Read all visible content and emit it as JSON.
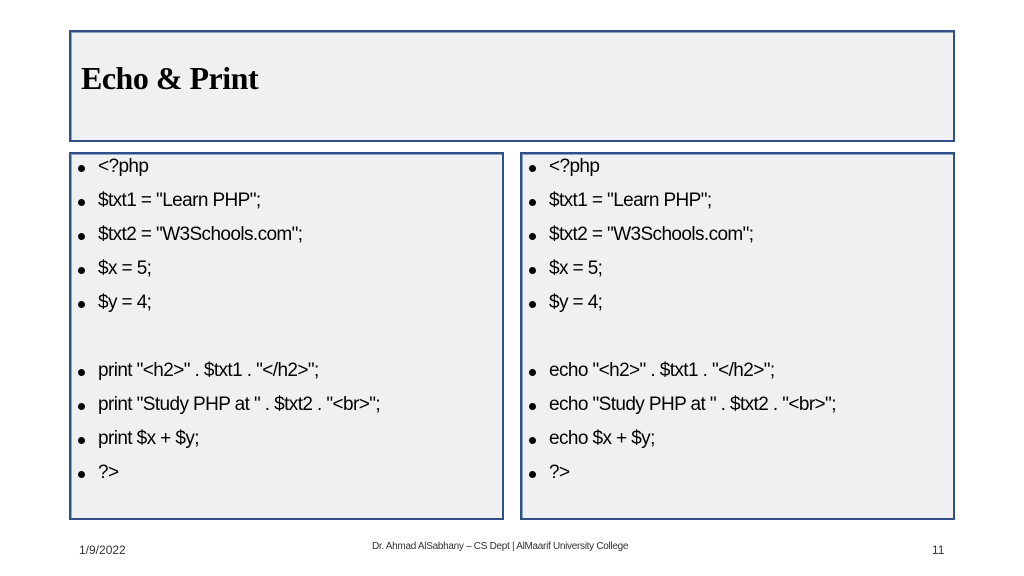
{
  "slide": {
    "title": "Echo & Print",
    "left_lines": [
      "<?php",
      "$txt1 = \"Learn PHP\";",
      "$txt2 = \"W3Schools.com\";",
      "$x = 5;",
      "$y = 4;",
      "print \"<h2>\" . $txt1 . \"</h2>\";",
      "print \"Study PHP at \" . $txt2 . \"<br>\";",
      "print $x + $y;",
      "?>"
    ],
    "right_lines": [
      "<?php",
      "$txt1 = \"Learn PHP\";",
      "$txt2 = \"W3Schools.com\";",
      "$x = 5;",
      "$y = 4;",
      "echo \"<h2>\" . $txt1 . \"</h2>\";",
      "echo \"Study PHP at \" . $txt2 . \"<br>\";",
      "echo $x + $y;",
      "?>"
    ]
  },
  "footer": {
    "date": "1/9/2022",
    "center": "Dr. Ahmad AlSabhany – CS Dept | AlMaarif University College",
    "page": "11"
  },
  "colors": {
    "box_border": "#2f4f86",
    "box_fill": "#eef0f2"
  }
}
